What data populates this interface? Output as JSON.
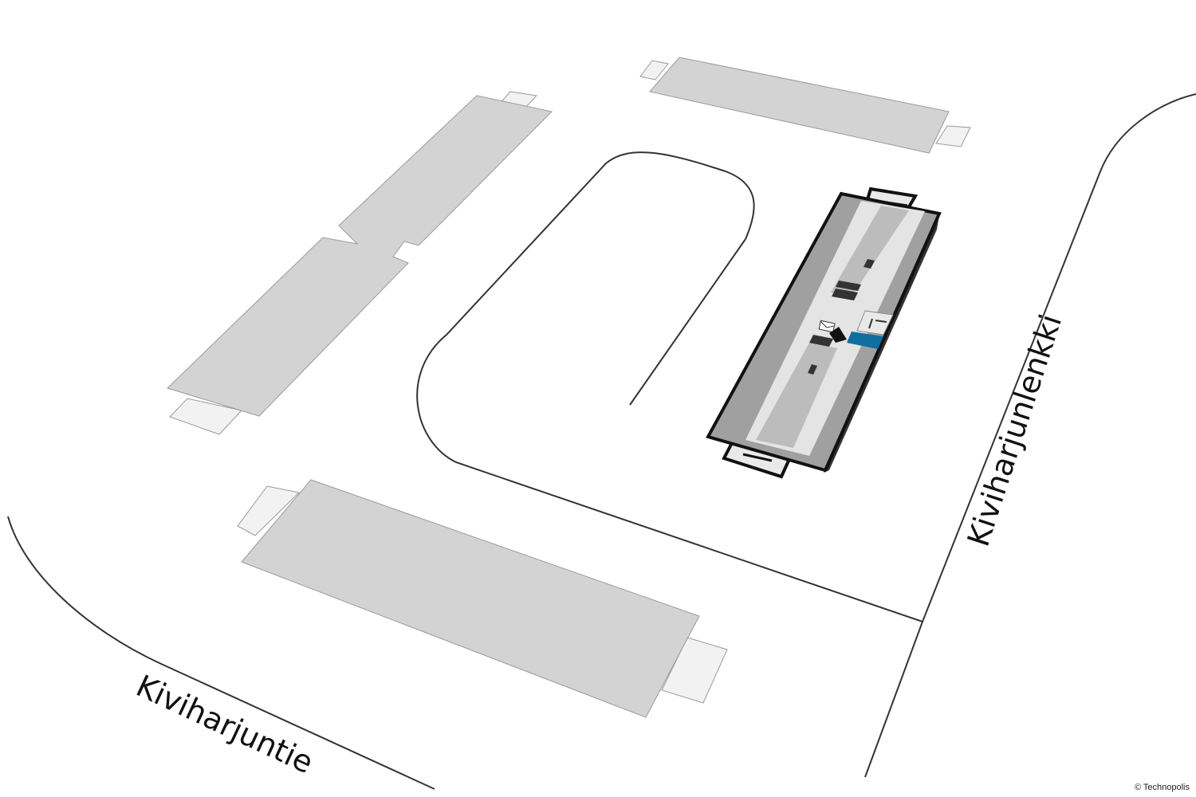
{
  "map": {
    "streets": [
      {
        "name": "Kiviharjuntie"
      },
      {
        "name": "Kiviharjunlenkki"
      }
    ],
    "copyright": "© Technopolis",
    "colors": {
      "background": "#ffffff",
      "road_line": "#333333",
      "other_building": "#d3d3d3",
      "other_building_edge": "#9a9a9a",
      "building_wing": "#f2f2f2",
      "target_building_outer": "#a0a0a0",
      "target_building_corridor": "#e4e4e4",
      "target_building_inner": "#bcbcbc",
      "target_building_outline": "#111111",
      "highlight": "#0e6fa1"
    },
    "icons": {
      "entrance": "entrance-arrow-icon",
      "mail": "mail-icon"
    }
  }
}
